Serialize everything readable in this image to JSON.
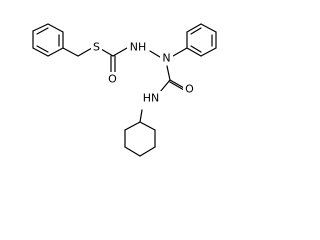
{
  "molecule": {
    "atom_labels": {
      "sulfur": "S",
      "hydrazine_nh": "NH",
      "hydrazine_n": "N",
      "thiocarbonyl_o": "O",
      "urea_o": "O",
      "amide_nh": "HN"
    },
    "colors": {
      "bond": "#000000",
      "text": "#000000",
      "background": "#ffffff"
    }
  }
}
